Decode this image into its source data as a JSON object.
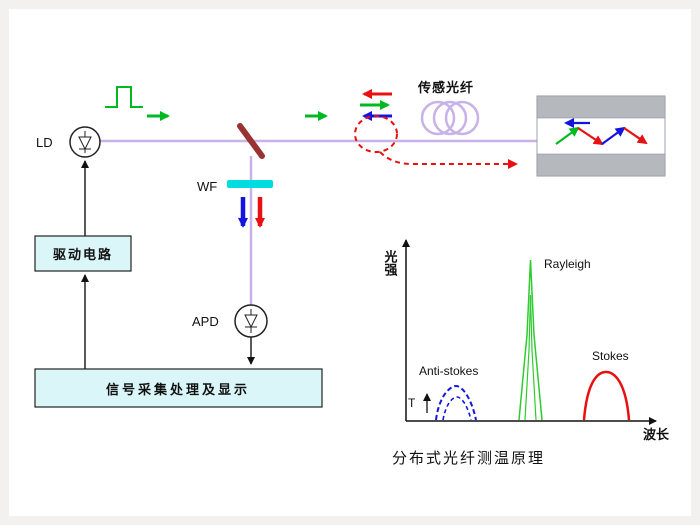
{
  "caption": "分布式光纤测温原理",
  "labels": {
    "ld": "LD",
    "wf": "WF",
    "apd": "APD",
    "drive_circuit": "驱动电路",
    "signal_display": "信号采集处理及显示",
    "sensing_fiber": "传感光纤"
  },
  "spectrum": {
    "y_axis": "光强",
    "x_axis": "波长",
    "t_label": "T",
    "anti_stokes": "Anti-stokes",
    "rayleigh": "Rayleigh",
    "stokes": "Stokes"
  },
  "colors": {
    "signal_green": "#00b822",
    "signal_red": "#e81010",
    "signal_blue": "#1414e0",
    "fiber_line": "#c8b2e8",
    "beam_splitter": "#993333",
    "filter_cyan": "#00dde0",
    "box_fill": "#daf6f8",
    "gray_band": "#b5b8bd",
    "caption_blue": "#3346c8"
  },
  "chart_data": {
    "type": "line",
    "xlabel": "波长",
    "ylabel": "光强",
    "series": [
      {
        "name": "Anti-stokes",
        "color": "blue",
        "line_style": "dashed",
        "relative_peak_height": 0.2
      },
      {
        "name": "Rayleigh",
        "color": "green",
        "line_style": "solid",
        "relative_peak_height": 1.0
      },
      {
        "name": "Stokes",
        "color": "red",
        "line_style": "solid",
        "relative_peak_height": 0.3
      }
    ],
    "annotations": [
      "T"
    ]
  }
}
